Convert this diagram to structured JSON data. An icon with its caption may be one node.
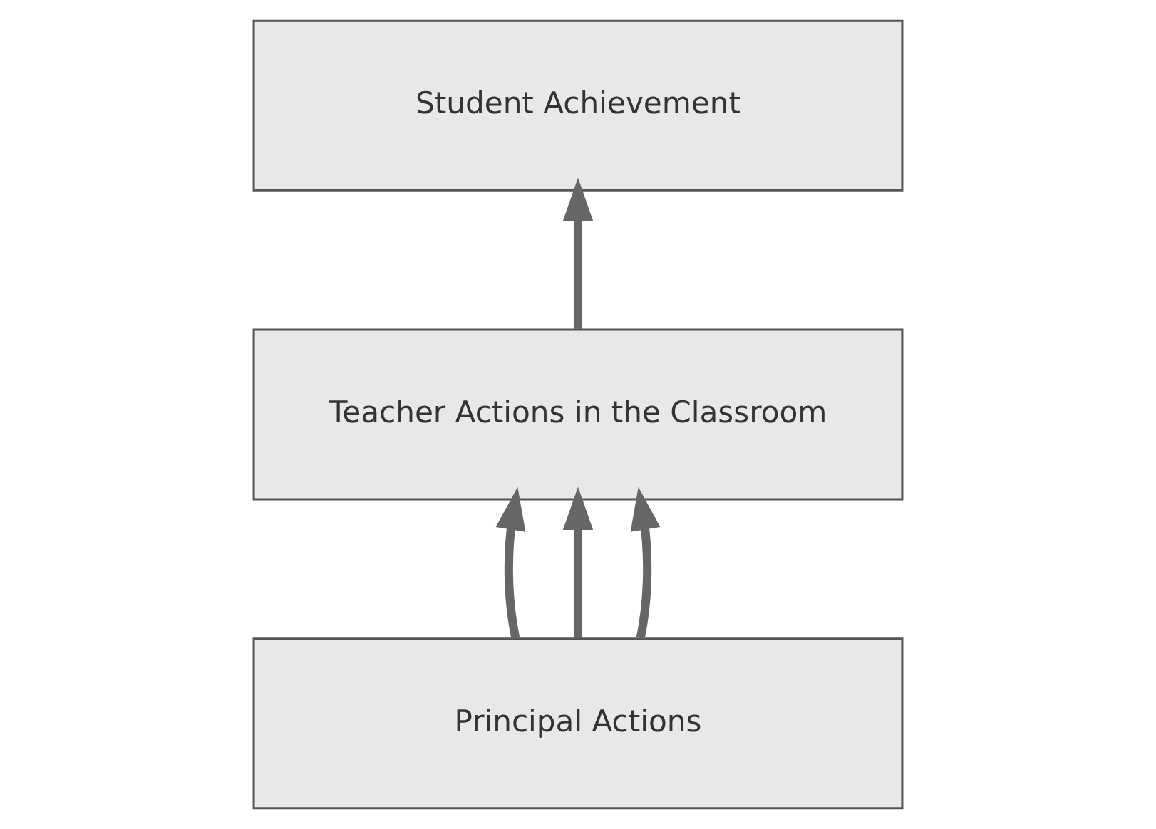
{
  "diagram": {
    "nodes": [
      {
        "text": [
          "Student Achievement"
        ]
      },
      {
        "text": [
          "Teacher Actions in the Classroom"
        ]
      },
      {
        "text": [
          "Principal Actions"
        ]
      }
    ],
    "edges": [
      {
        "from": 2,
        "to": 1,
        "arrow": "to"
      },
      {
        "from": 2,
        "to": 1,
        "arrow": "to"
      },
      {
        "from": 2,
        "to": 1,
        "arrow": "to"
      },
      {
        "from": 1,
        "to": 0,
        "arrow": "to"
      }
    ]
  }
}
